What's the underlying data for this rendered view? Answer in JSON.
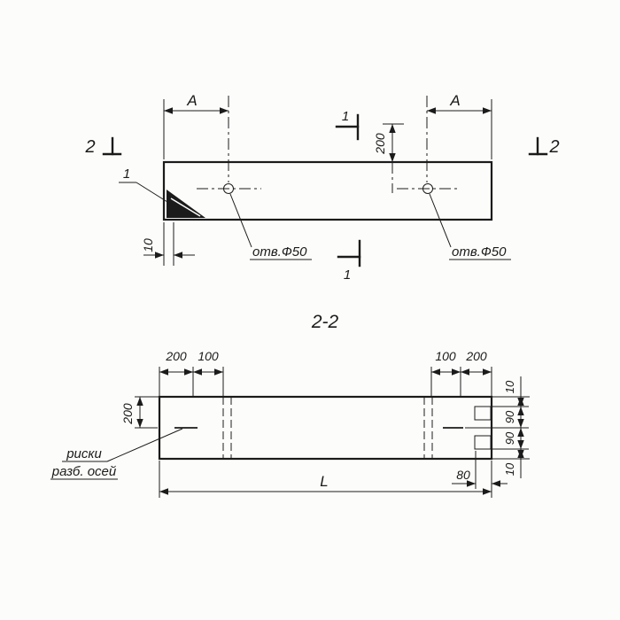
{
  "colors": {
    "ink": "#1b1b1b",
    "paper": "#fcfcfa"
  },
  "section_title": "2-2",
  "top_view": {
    "dim_a_left": "A",
    "dim_a_right": "A",
    "section_2_left": "2",
    "section_2_right": "2",
    "section_1_top": "1",
    "section_1_bottom": "1",
    "chamfer_callout": "1",
    "dim_200": "200",
    "dim_10": "10",
    "hole_note_left": "отв.Ф50",
    "hole_note_right": "отв.Ф50"
  },
  "section_view": {
    "dim_200_left": "200",
    "top_dims_left": {
      "d200": "200",
      "d100": "100"
    },
    "top_dims_right": {
      "d100": "100",
      "d200": "200"
    },
    "right_dims": {
      "t10": "10",
      "t90": "90",
      "b90": "90",
      "b10": "10"
    },
    "dim_length": "L",
    "dim_80": "80",
    "axis_note_line1": "риски",
    "axis_note_line2": "разб. осей"
  }
}
